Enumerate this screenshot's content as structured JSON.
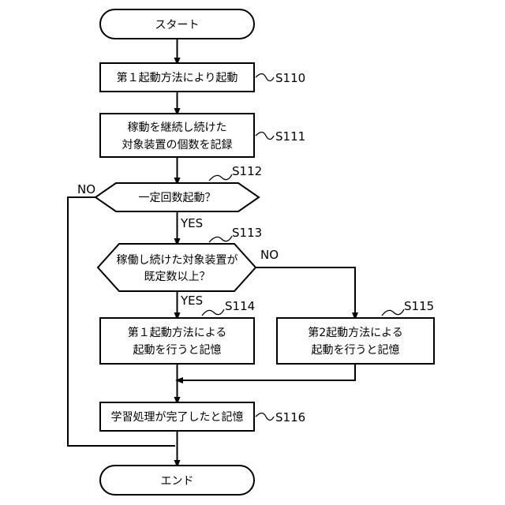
{
  "nodes": {
    "start": "スタート",
    "s110": "第１起動方法により起動",
    "s111": [
      "稼動を継続し続けた",
      "対象装置の個数を記録"
    ],
    "s112": "一定回数起動？",
    "s113": [
      "稼働し続けた対象装置が",
      "既定数以上？"
    ],
    "s114": [
      "第１起動方法による",
      "起動を行うと記憶"
    ],
    "s115": [
      "第2起動方法による",
      "起動を行うと記憶"
    ],
    "s116": "学習処理が完了したと記憶",
    "end": "エンド"
  },
  "steps": {
    "s110": "S110",
    "s111": "S111",
    "s112": "S112",
    "s113": "S113",
    "s114": "S114",
    "s115": "S115",
    "s116": "S116"
  },
  "branches": {
    "s112_yes": "YES",
    "s112_no": "NO",
    "s113_yes": "YES",
    "s113_no": "NO"
  }
}
